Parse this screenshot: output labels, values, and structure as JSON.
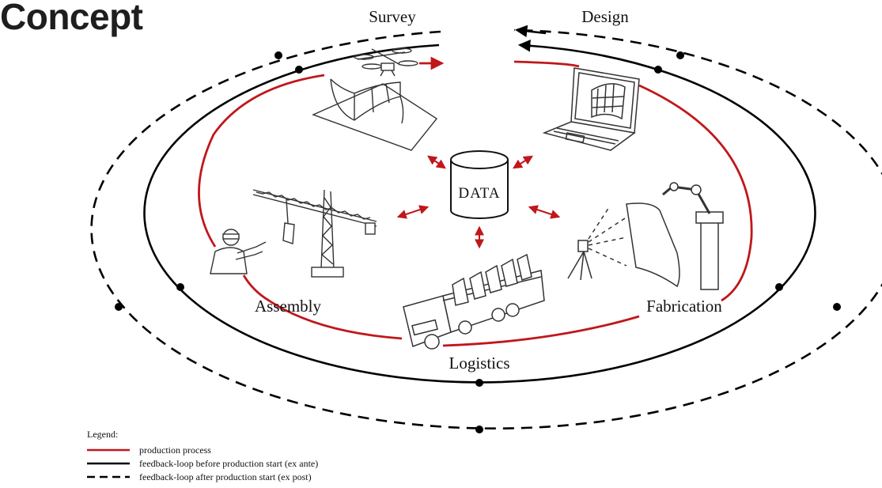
{
  "page_title": "Concept",
  "stages": {
    "survey": "Survey",
    "design": "Design",
    "fabrication": "Fabrication",
    "logistics": "Logistics",
    "assembly": "Assembly"
  },
  "center_label": "DATA",
  "legend": {
    "heading": "Legend:",
    "items": [
      {
        "label": "production process",
        "style": "solid",
        "color": "#c0171b"
      },
      {
        "label": "feedback-loop before production start (ex ante)",
        "style": "solid",
        "color": "#000000"
      },
      {
        "label": "feedback-loop after production start (ex post)",
        "style": "dashed",
        "color": "#000000"
      }
    ]
  },
  "colors": {
    "production": "#c0171b",
    "feedback": "#000000",
    "illustration": "#333333"
  }
}
